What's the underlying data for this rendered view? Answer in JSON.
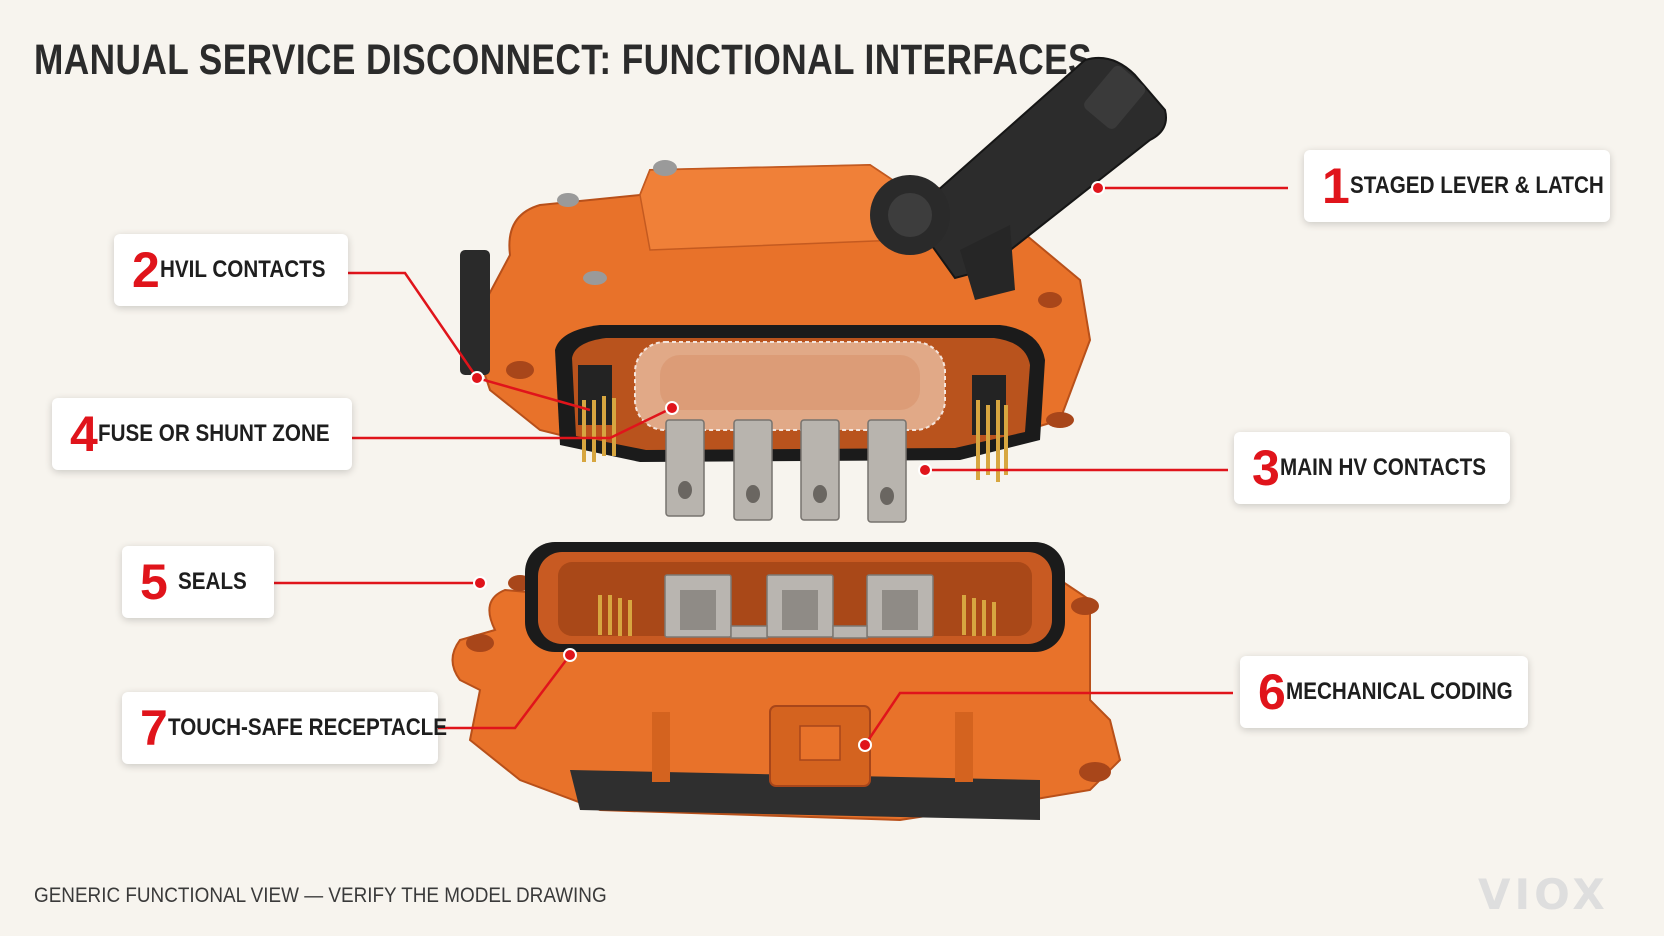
{
  "title": "MANUAL SERVICE DISCONNECT: FUNCTIONAL INTERFACES",
  "footer": "GENERIC FUNCTIONAL VIEW — VERIFY THE MODEL DRAWING",
  "logo": "VIOX",
  "colors": {
    "accent": "#e0141b",
    "housing": "#e8722a",
    "background": "#f7f4ee"
  },
  "callouts": [
    {
      "num": "1",
      "label": "STAGED LEVER & LATCH"
    },
    {
      "num": "2",
      "label": "HVIL CONTACTS"
    },
    {
      "num": "3",
      "label": "MAIN HV CONTACTS"
    },
    {
      "num": "4",
      "label": "FUSE OR SHUNT ZONE"
    },
    {
      "num": "5",
      "label": "SEALS"
    },
    {
      "num": "6",
      "label": "MECHANICAL CODING"
    },
    {
      "num": "7",
      "label": "TOUCH-SAFE RECEPTACLE"
    }
  ]
}
